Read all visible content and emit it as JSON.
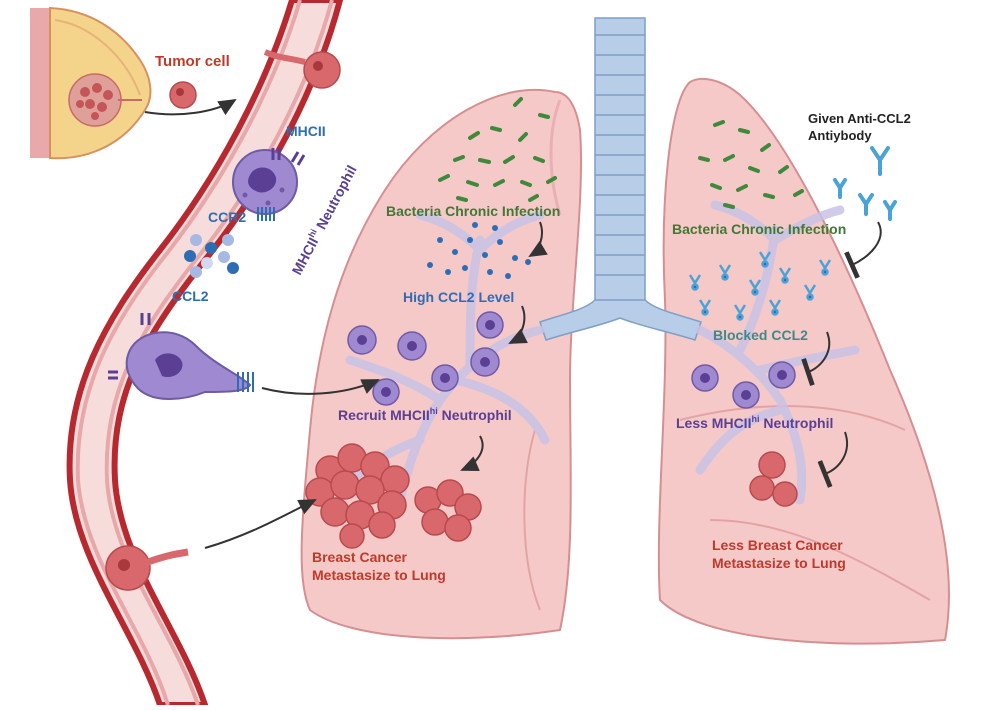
{
  "labels": {
    "tumor_cell": "Tumor cell",
    "mhcii": "MHCII",
    "ccr2": "CCR2",
    "ccl2": "CCL2",
    "neutrophil_vessel_main": "MHCII",
    "neutrophil_vessel_sup": "hi",
    "neutrophil_vessel_tail": " Neutrophil",
    "left_infection": "Bacteria Chronic Infection",
    "left_ccl2": "High CCL2 Level",
    "left_recruit_main": "Recruit MHCII",
    "left_recruit_sup": "hi",
    "left_recruit_tail": " Neutrophil",
    "left_meta_line1": "Breast Cancer",
    "left_meta_line2": "Metastasize to Lung",
    "antibody_line1": "Given Anti-CCL2",
    "antibody_line2": "Antiybody",
    "right_infection": "Bacteria Chronic Infection",
    "right_blocked": "Blocked CCL2",
    "right_less_main": "Less MHCII",
    "right_less_sup": "hi",
    "right_less_tail": " Neutrophil",
    "right_meta_line1": "Less Breast Cancer",
    "right_meta_line2": "Metastasize to Lung"
  },
  "colors": {
    "red_text": "#c0392b",
    "blue_text": "#2e6db4",
    "green_text": "#3f7a34",
    "purple_text": "#5b3f94",
    "vessel_wall": "#b8292f",
    "lung_fill": "#f6c9c9",
    "trachea": "#b7cde8",
    "neutrophil": "#9f8ad1",
    "tumor": "#d9686c",
    "bacteria": "#3f8a3a",
    "antibody": "#4aa3d6"
  }
}
